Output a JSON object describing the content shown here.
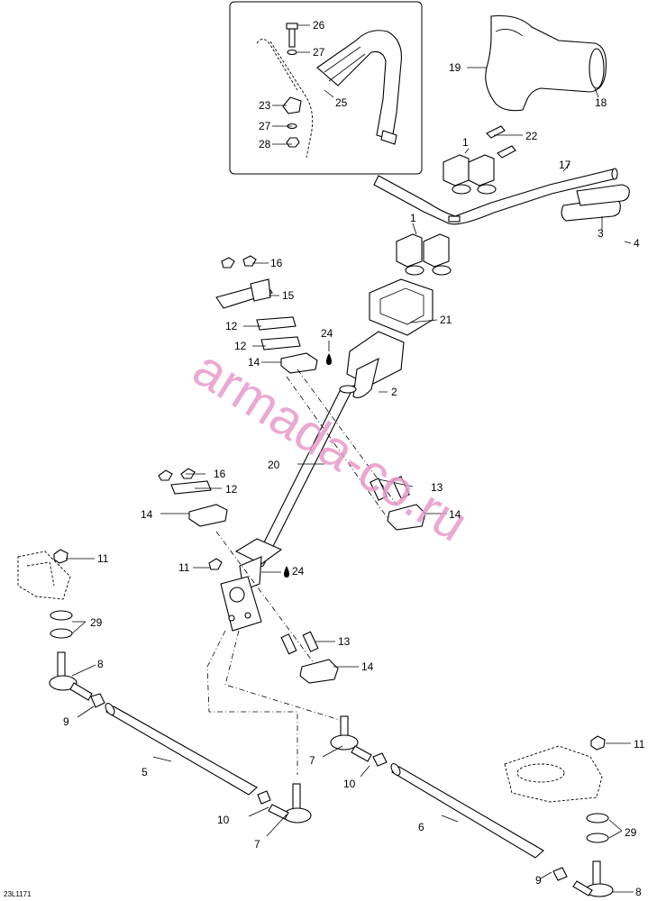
{
  "diagram_code": "23L1171",
  "watermark": "armada-co.ru",
  "callouts": [
    "26",
    "27",
    "23",
    "25",
    "27",
    "28",
    "19",
    "18",
    "22",
    "1",
    "17",
    "1",
    "3",
    "4",
    "16",
    "15",
    "21",
    "12",
    "12",
    "24",
    "14",
    "2",
    "20",
    "16",
    "12",
    "13",
    "14",
    "14",
    "11",
    "11",
    "24",
    "29",
    "13",
    "8",
    "14",
    "9",
    "7",
    "5",
    "10",
    "11",
    "10",
    "7",
    "6",
    "29",
    "9",
    "8"
  ],
  "colors": {
    "line": "#000000",
    "watermark": "#e89ac9",
    "background": "#ffffff"
  }
}
